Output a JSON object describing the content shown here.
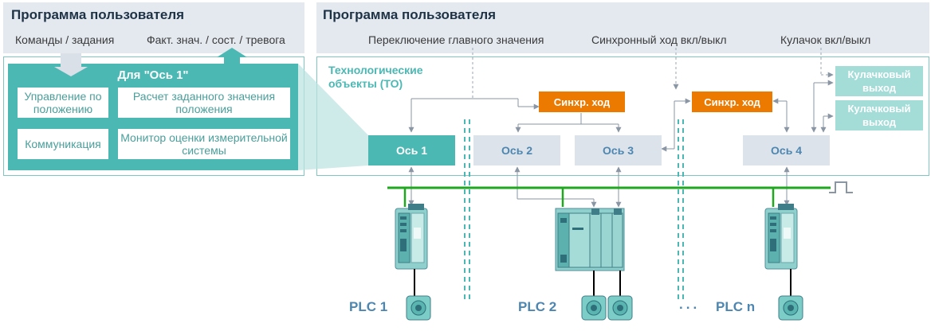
{
  "left_panel": {
    "title": "Программа пользователя",
    "commands_label": "Команды / задания",
    "feedback_label": "Факт. знач. / сост. / тревога",
    "axis_box_title": "Для \"Ось 1\"",
    "functions": [
      "Управление по положению",
      "Расчет заданного значения положения",
      "Коммуникация",
      "Монитор оценки измерительной системы"
    ]
  },
  "right_panel": {
    "title": "Программа пользователя",
    "signals": [
      "Переключение главного значения",
      "Синхронный ход вкл/выкл",
      "Кулачок вкл/выкл"
    ]
  },
  "tech_objects": {
    "label": "Технологические объекты (ТО)",
    "sync_1": "Синхр. ход",
    "sync_2": "Синхр. ход",
    "axes": [
      "Ось 1",
      "Ось 2",
      "Ось 3",
      "Ось 4"
    ],
    "cam_outputs": [
      "Кулачковый выход",
      "Кулачковый выход"
    ]
  },
  "plcs": [
    "PLC 1",
    "PLC 2",
    "PLC n"
  ],
  "ellipsis": "...",
  "colors": {
    "teal": "#4cb8b3",
    "teal_light": "#9fd9d5",
    "orange": "#ec7a00",
    "bus_green": "#1fa71f",
    "panel_bg": "#e4e9f0",
    "axis_grey": "#dde3ea",
    "dark_title": "#1e3246"
  },
  "icons": [
    "drive-module-icon",
    "motor-icon",
    "plc-rack-icon",
    "clock-pulse-icon"
  ]
}
